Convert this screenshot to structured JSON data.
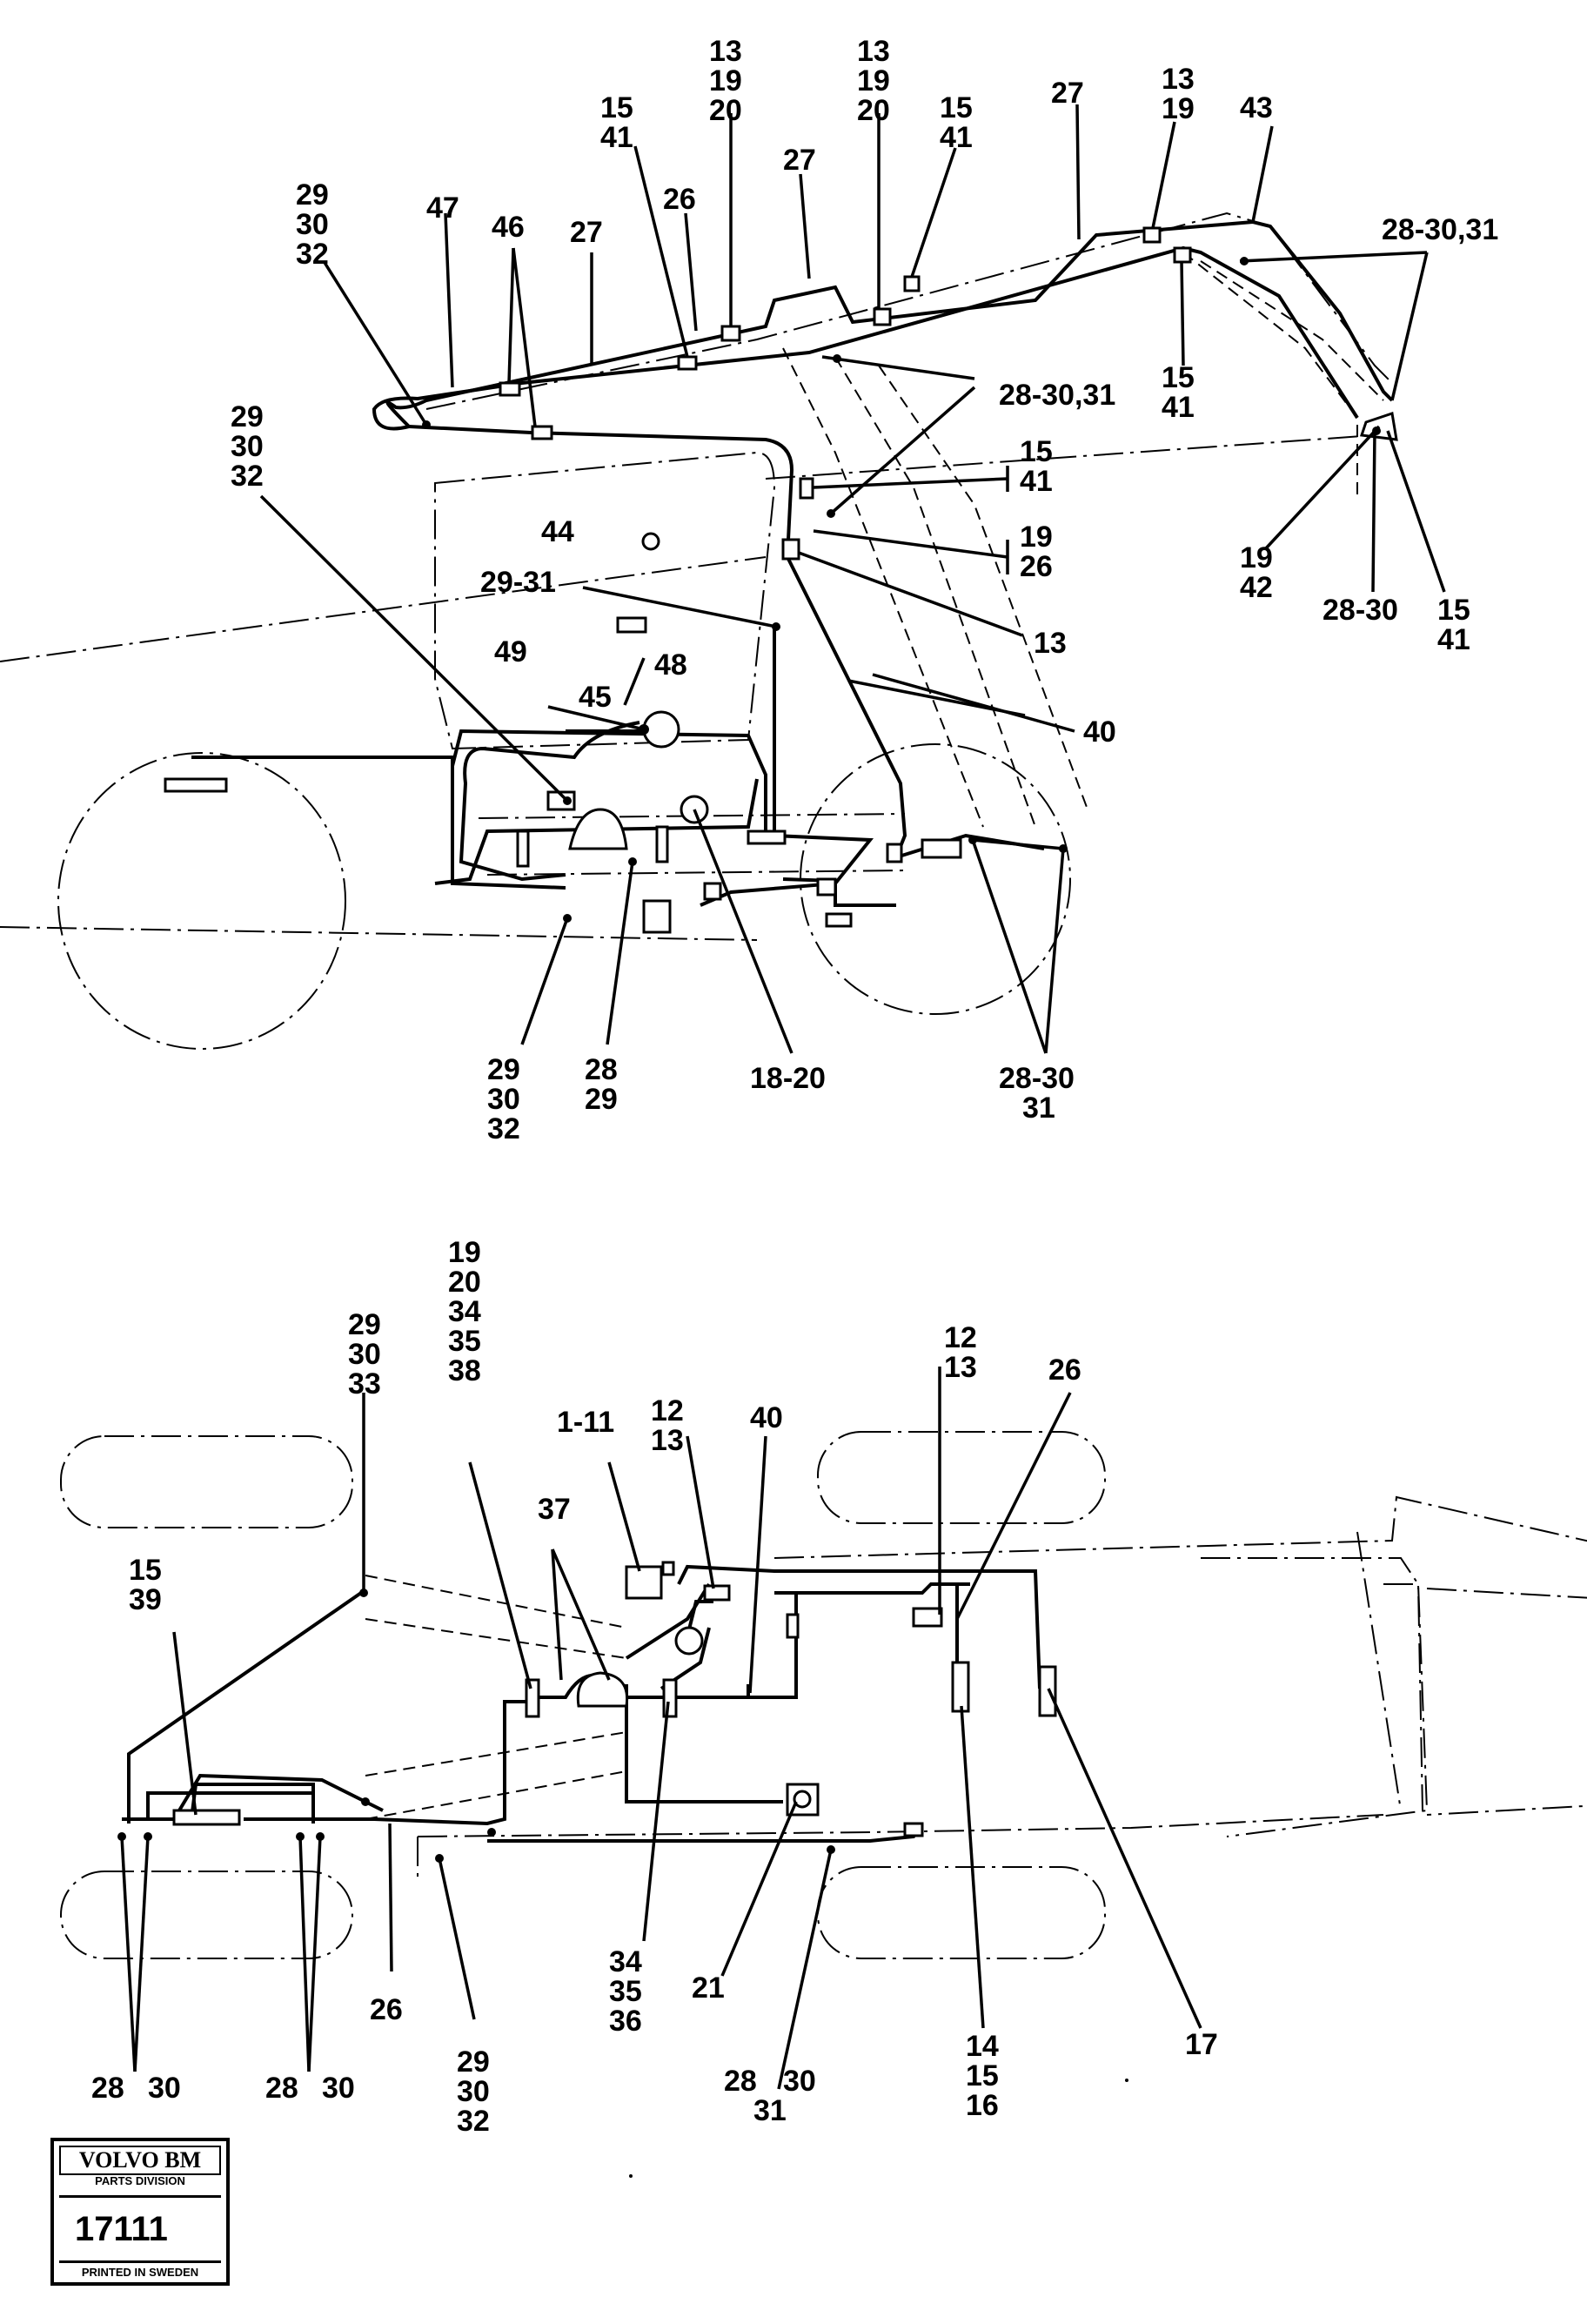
{
  "top_view_labels": {
    "l1": [
      "13",
      "19",
      "20"
    ],
    "l2": [
      "13",
      "19",
      "20"
    ],
    "l3": [
      "15",
      "41"
    ],
    "l4": "27",
    "l5": [
      "13",
      "19"
    ],
    "l6": "43",
    "l7": [
      "15",
      "41"
    ],
    "l8": "26",
    "l9": "27",
    "l10": [
      "29",
      "30",
      "32"
    ],
    "l11": "47",
    "l12": "46",
    "l13": "27",
    "l14": "28-30,31",
    "l15": "28-30,31",
    "l16": [
      "15",
      "41"
    ],
    "l17": [
      "29",
      "30",
      "32"
    ],
    "l18": [
      "15",
      "41"
    ],
    "l19": "44",
    "l20": [
      "19",
      "26"
    ],
    "l21": "29-31",
    "l22": "13",
    "l23": [
      "19",
      "42"
    ],
    "l24": "28-30",
    "l25": [
      "15",
      "41"
    ],
    "l26": "48",
    "l27": "49",
    "l28": "45",
    "l29": "40",
    "l30": [
      "29",
      "30",
      "32"
    ],
    "l31": [
      "28",
      "29"
    ],
    "l32": "18-20",
    "l33": [
      "28-30",
      "31"
    ]
  },
  "bottom_view_labels": {
    "b1": [
      "19",
      "20",
      "34",
      "35",
      "38"
    ],
    "b2": [
      "29",
      "30",
      "33"
    ],
    "b3": [
      "12",
      "13"
    ],
    "b4": "26",
    "b5": "1-11",
    "b6": [
      "12",
      "13"
    ],
    "b7": "40",
    "b8": "37",
    "b9": [
      "15",
      "39"
    ],
    "b10": [
      "34",
      "35",
      "36"
    ],
    "b11": "21",
    "b12": "26",
    "b13": "17",
    "b14": [
      "14",
      "15",
      "16"
    ],
    "b15": [
      "28",
      "30"
    ],
    "b16": [
      "28",
      "30"
    ],
    "b17": [
      "29",
      "30",
      "32"
    ],
    "b18": [
      "28",
      "30",
      "31"
    ]
  },
  "stamp": {
    "brand": "VOLVO BM",
    "division": "PARTS DIVISION",
    "number": "17111",
    "printed": "PRINTED IN SWEDEN"
  }
}
